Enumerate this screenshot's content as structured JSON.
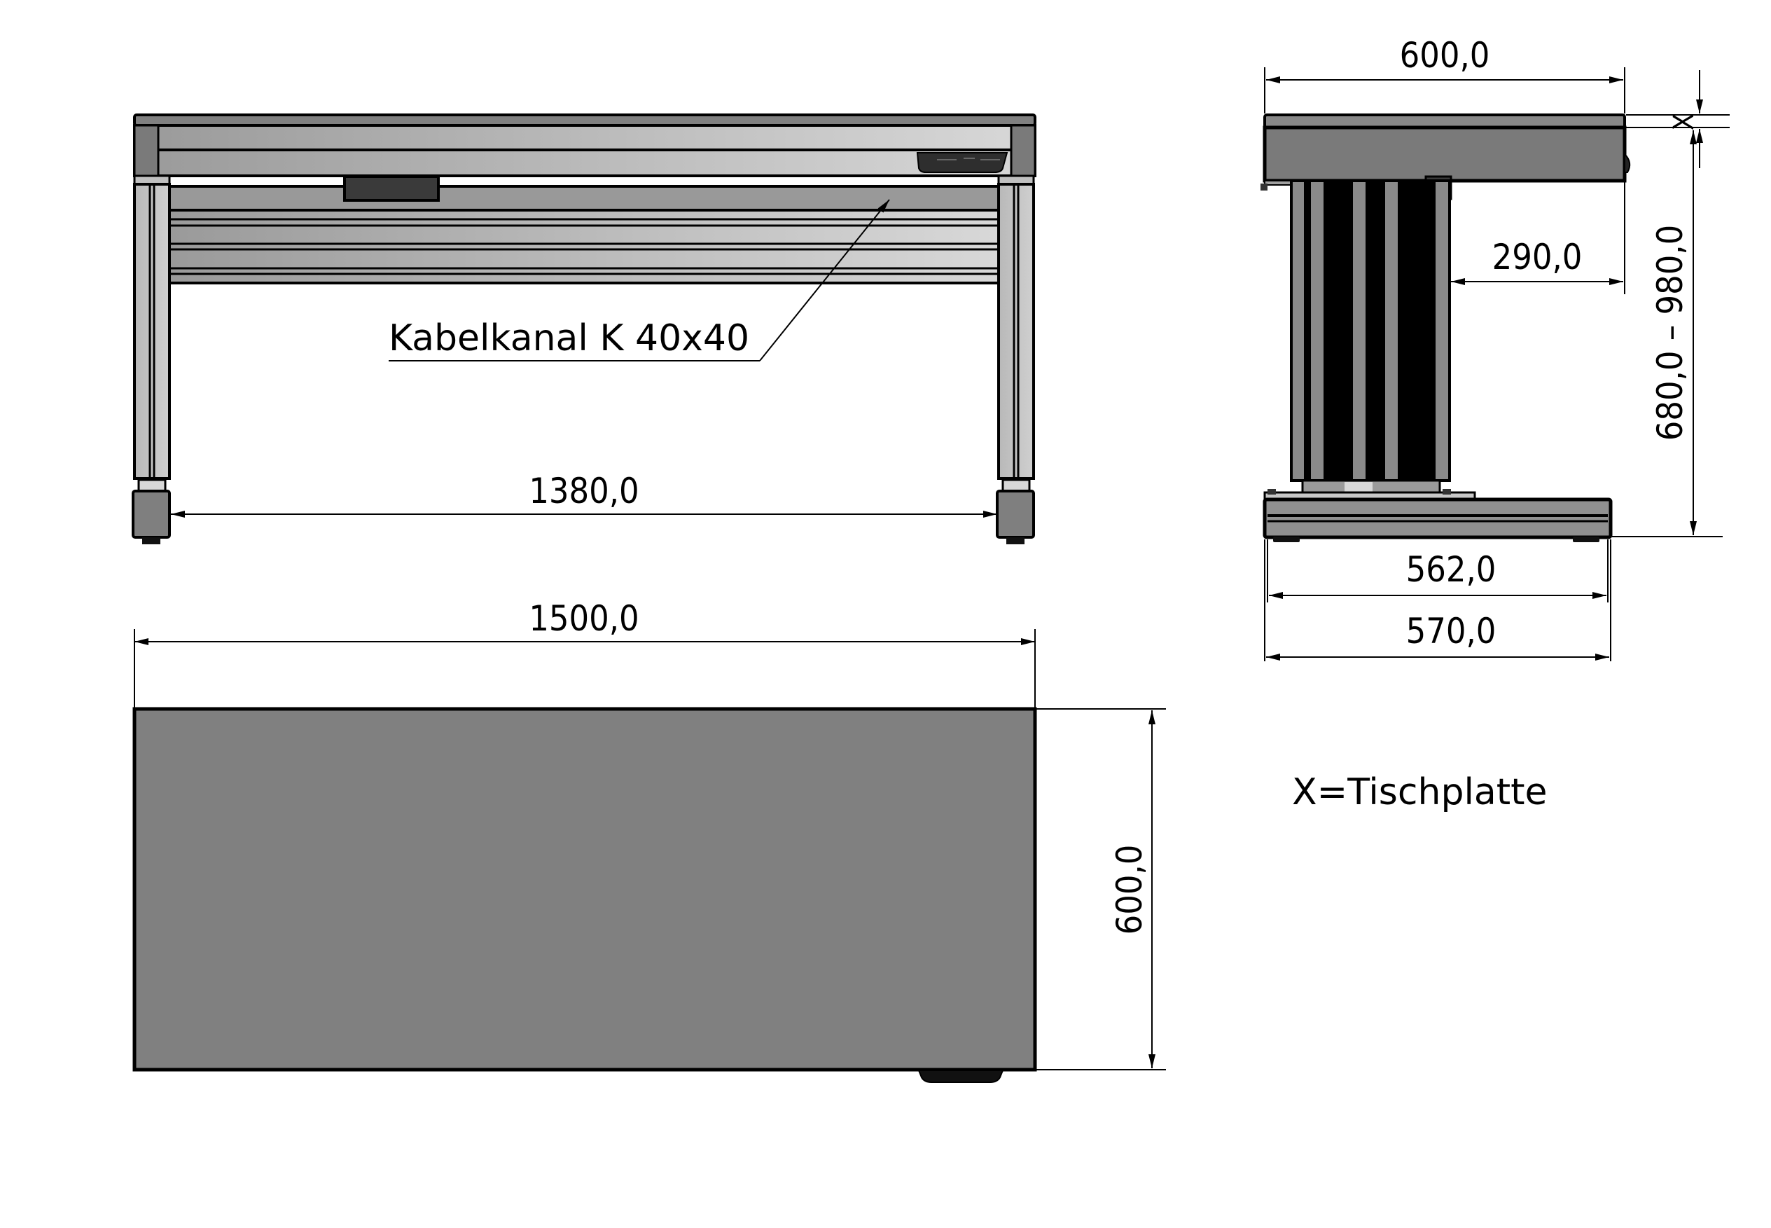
{
  "drawing": {
    "type": "technical-drawing",
    "subject": "height-adjustable table",
    "units": "mm",
    "colors": {
      "background": "#ffffff",
      "line": "#000000",
      "tabletop": "#808080",
      "frame_light": "#c8c8c8",
      "frame_mid": "#a0a0a0",
      "frame_dark": "#7a7a7a",
      "column_dark": "#000000",
      "control_box": "#3a3a3a"
    }
  },
  "front_view": {
    "callout": "Kabelkanal K 40x40",
    "dim_inner_leg_span": "1380,0"
  },
  "top_view": {
    "dim_width": "1500,0",
    "dim_depth": "600,0"
  },
  "side_view": {
    "dim_top_depth": "600,0",
    "dim_column_offset": "290,0",
    "dim_height_range": "680,0 – 980,0",
    "dim_tabletop_thickness_symbol": "X",
    "dim_foot_inner": "562,0",
    "dim_foot_outer": "570,0"
  },
  "legend": {
    "note": "X=Tischplatte"
  }
}
